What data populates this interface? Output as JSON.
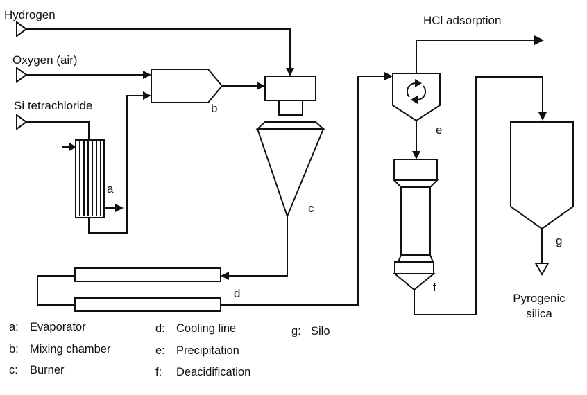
{
  "colors": {
    "ink": "#111111",
    "paper": "#ffffff"
  },
  "inputs": {
    "hydrogen": "Hydrogen",
    "oxygen": "Oxygen (air)",
    "silicon_tetrachloride": "Si tetrachloride"
  },
  "outputs": {
    "hcl_adsorption": "HCl adsorption",
    "product_line1": "Pyrogenic",
    "product_line2": "silica"
  },
  "units": {
    "a": "a",
    "b": "b",
    "c": "c",
    "d": "d",
    "e": "e",
    "f": "f",
    "g": "g"
  },
  "legend": [
    {
      "key": "a:",
      "label": "Evaporator"
    },
    {
      "key": "b:",
      "label": "Mixing chamber"
    },
    {
      "key": "c:",
      "label": "Burner"
    },
    {
      "key": "d:",
      "label": "Cooling line"
    },
    {
      "key": "e:",
      "label": "Precipitation"
    },
    {
      "key": "f:",
      "label": "Deacidification"
    },
    {
      "key": "g:",
      "label": "Silo"
    }
  ]
}
